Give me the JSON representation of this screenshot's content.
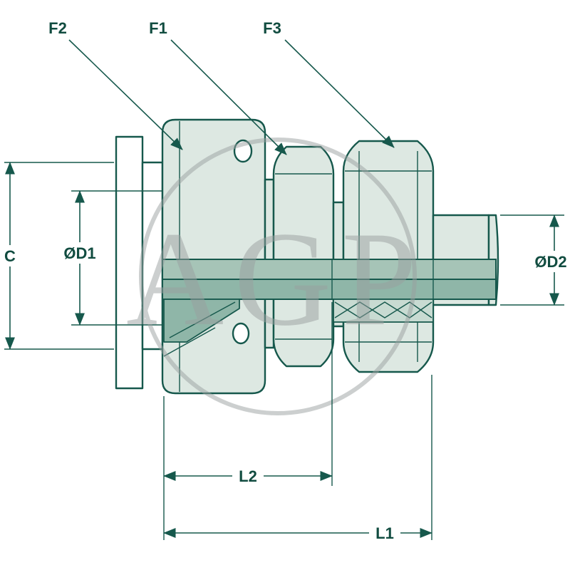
{
  "diagram": {
    "title": "bulkhead-fitting-technical-drawing",
    "labels": {
      "f2": "F2",
      "f1": "F1",
      "f3": "F3",
      "c": "C",
      "d1": "ØD1",
      "d2": "ØD2",
      "l2": "L2",
      "l1": "L1"
    },
    "watermark": {
      "text": "AGP"
    },
    "colors": {
      "line": "#16584c",
      "fill_light": "#dde8e2",
      "fill_mid": "#c8dbd2",
      "fill_dark": "#a6c4b7",
      "fill_darker": "#8fb6a8",
      "watermark": "#9aa0a0",
      "background": "#ffffff"
    }
  }
}
